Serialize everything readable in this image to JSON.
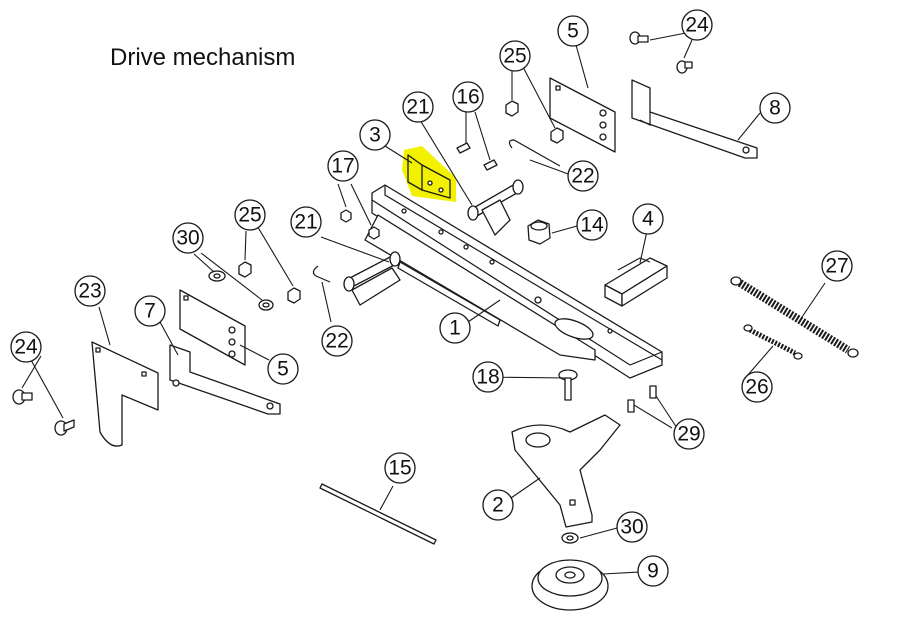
{
  "title": "Drive mechanism",
  "callouts": [
    "1",
    "2",
    "3",
    "4",
    "5",
    "5",
    "7",
    "8",
    "9",
    "14",
    "15",
    "16",
    "17",
    "18",
    "21",
    "21",
    "22",
    "22",
    "23",
    "24",
    "24",
    "25",
    "25",
    "26",
    "27",
    "29",
    "30",
    "30"
  ],
  "highlight_color": "#f2f200",
  "highlighted_part": "3"
}
